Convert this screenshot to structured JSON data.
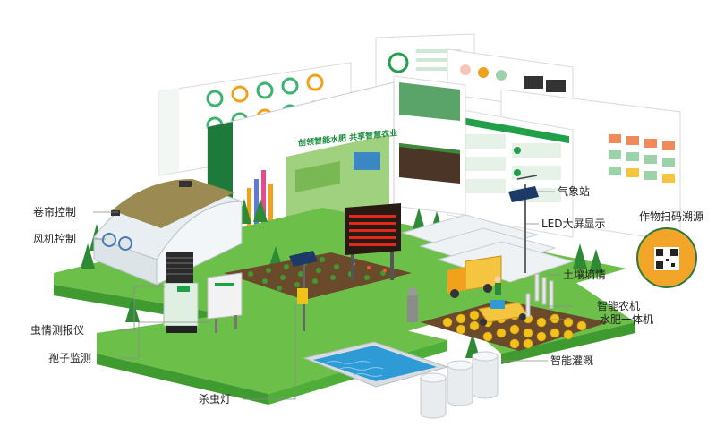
{
  "scene": {
    "banner_text": "创领智能水肥  共享智慧农业"
  },
  "labels": {
    "left": [
      {
        "key": "roller",
        "text": "卷帘控制"
      },
      {
        "key": "fan",
        "text": "风机控制"
      },
      {
        "key": "pest_monitor",
        "text": "虫情测报仪"
      },
      {
        "key": "spore",
        "text": "孢子监测"
      },
      {
        "key": "insect_lamp",
        "text": "杀虫灯"
      }
    ],
    "right": [
      {
        "key": "weather",
        "text": "气象站"
      },
      {
        "key": "led",
        "text": "LED大屏显示"
      },
      {
        "key": "trace",
        "text": "作物扫码溯源"
      },
      {
        "key": "soil",
        "text": "土壤墒情"
      },
      {
        "key": "smart_farm",
        "text": "智能农机"
      },
      {
        "key": "fertigation",
        "text": "水肥一体机"
      },
      {
        "key": "irrigation",
        "text": "智能灌溉"
      }
    ]
  },
  "colors": {
    "grass": "#6cc04a",
    "grass_dark": "#3f9a2f",
    "panel_green": "#21a04a",
    "accent_orange": "#f0a21e",
    "water": "#2f9bd6",
    "led_red": "#e02a1a"
  }
}
